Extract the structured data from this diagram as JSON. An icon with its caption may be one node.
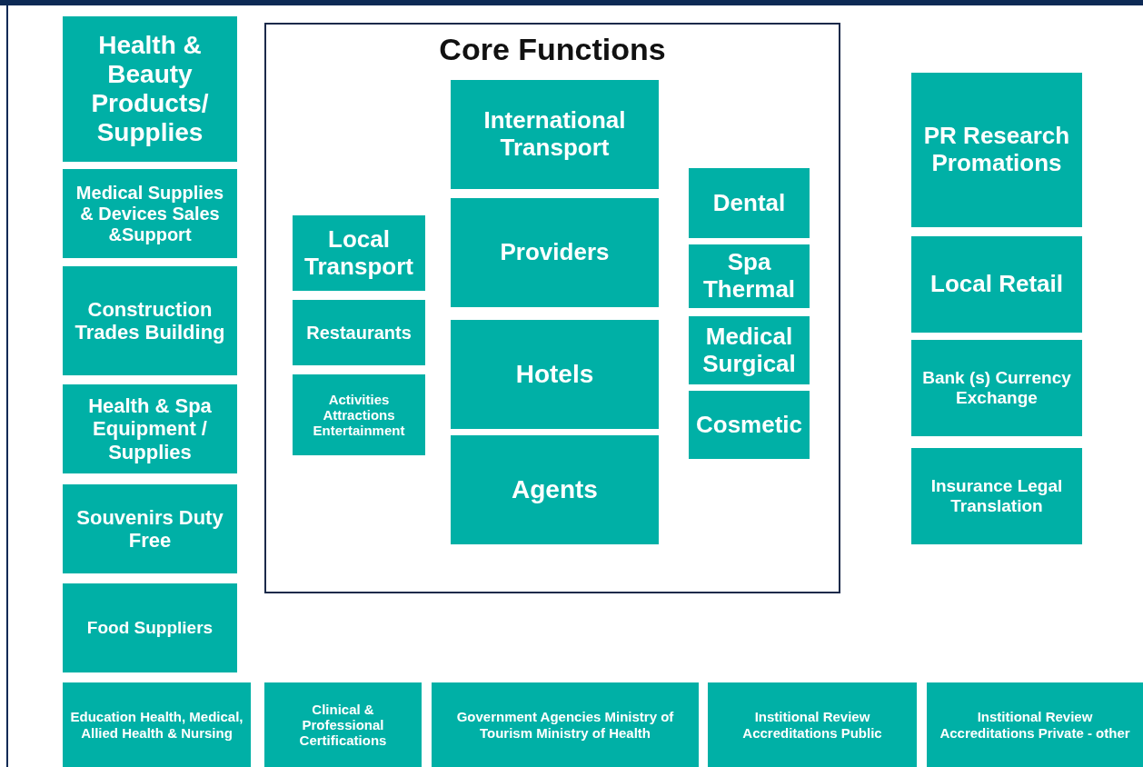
{
  "diagram": {
    "nodes": [
      {
        "text": [
          "Health & Beauty Products/ Supplies"
        ]
      },
      {
        "text": [
          "Medical Supplies & Devices Sales &Support"
        ]
      },
      {
        "text": [
          "Construction Trades Building"
        ]
      },
      {
        "text": [
          "Health & Spa Equipment / Supplies"
        ]
      },
      {
        "text": [
          "Souvenirs Duty Free"
        ]
      },
      {
        "text": [
          "Food Suppliers"
        ]
      },
      {
        "text": [
          "Core Functions"
        ]
      },
      {
        "text": [
          "International Transport"
        ],
        "in": 6
      },
      {
        "text": [
          "Local Transport"
        ],
        "in": 6
      },
      {
        "text": [
          "Providers"
        ],
        "in": 6
      },
      {
        "text": [
          "Restaurants"
        ],
        "in": 6
      },
      {
        "text": [
          "Hotels"
        ],
        "in": 6
      },
      {
        "text": [
          "Activities Attractions Entertainment"
        ],
        "in": 6
      },
      {
        "text": [
          "Agents"
        ],
        "in": 6
      },
      {
        "text": [
          "Dental"
        ],
        "in": 6
      },
      {
        "text": [
          "Spa Thermal"
        ],
        "in": 6
      },
      {
        "text": [
          "Medical Surgical"
        ],
        "in": 6
      },
      {
        "text": [
          "Cosmetic"
        ],
        "in": 6
      },
      {
        "text": [
          "PR Research Promations"
        ]
      },
      {
        "text": [
          "Local Retail"
        ]
      },
      {
        "text": [
          "Bank (s) Currency Exchange"
        ]
      },
      {
        "text": [
          "Insurance Legal Translation"
        ]
      },
      {
        "text": [
          "Education Health, Medical, Allied Health & Nursing"
        ]
      },
      {
        "text": [
          "Clinical & Professional Certifications"
        ]
      },
      {
        "text": [
          "Government Agencies Ministry of Tourism Ministry of Health"
        ]
      },
      {
        "text": [
          "Institional Review Accreditations Public"
        ]
      },
      {
        "text": [
          "Institional Review Accreditations Private - other"
        ]
      }
    ]
  }
}
